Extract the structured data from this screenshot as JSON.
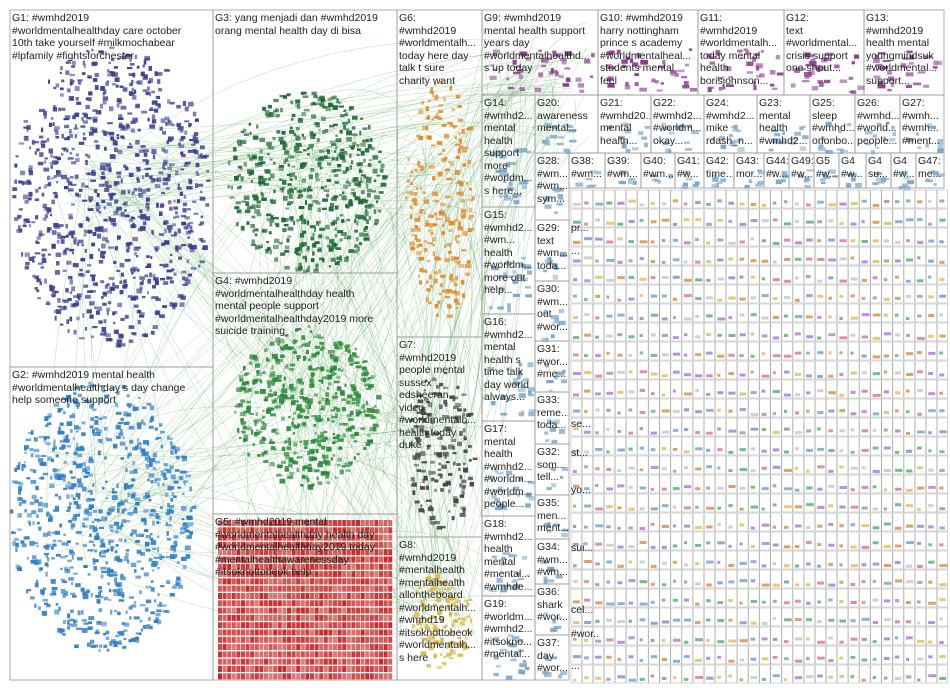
{
  "colors": {
    "border": "#9a9a9a",
    "edge": "#3d9b3d",
    "g1": "#3b3f8f",
    "g2": "#2f7fc6",
    "g3": "#1f6b34",
    "g4": "#2d8a3a",
    "g5": "#c62828",
    "g6": "#e08a2a",
    "g7": "#444444",
    "g8": "#d8b84a",
    "g9": "#8b3a8f",
    "small": "#7aa6c8"
  },
  "groups": [
    {
      "id": "G1",
      "text": "G1: #wmhd2019\n#worldmentalhealthday care october\n10th take yourself #milkmochabear\n#lpfamily #fightsforchester"
    },
    {
      "id": "G2",
      "text": "G2: #wmhd2019 mental health\n#worldmentalhealthday s day change\nhelp someone support"
    },
    {
      "id": "G3",
      "text": "G3: yang menjadi dan #wmhd2019\norang mental health day di bisa"
    },
    {
      "id": "G4",
      "text": "G4: #wmhd2019\n#worldmentalhealthday health\nmental people support\n#worldmentalhealthday2019 more\nsuicide training"
    },
    {
      "id": "G5",
      "text": "G5: #wmhd2019 mental\n#worldmentalhealthday health day\n#worldmentalhealthday2019 today\n#mentalhealthawarenessday\n#itsoknottobeok help"
    },
    {
      "id": "G6",
      "text": "G6:\n#wmhd2019\n#worldmentalh...\ntoday here day\ntalk t sure\ncharity want"
    },
    {
      "id": "G7",
      "text": "G7:\n#wmhd2019\npeople mental\nsussex\nedsheeran\nvideo\n#worldmentalh...\nhealth today\nduke"
    },
    {
      "id": "G8",
      "text": "G8:\n#wmhd2019\n#mentalhealth\n#mentalhealth\nallontheboard\n#worldmentalh...\n#wmhd19\n#itsoknottobeok\n#worldmentalh...\ns here"
    },
    {
      "id": "G9",
      "text": "G9: #wmhd2019\nmental health support\nyears day\n#worldmentalhealthd...\ns up today"
    },
    {
      "id": "G10",
      "text": "G10: #wmhd2019\nharry nottingham\nprince s academy\n#worldmentalheal...\nstudents mental\nfeel"
    },
    {
      "id": "G11",
      "text": "G11:\n#wmhd2019\n#worldmentalh...\ntoday mental\nhealth\nborisjohnson..."
    },
    {
      "id": "G12",
      "text": "G12:\ntext\n#worldmental...\ncrisis support\none shout..."
    },
    {
      "id": "G13",
      "text": "G13:\n#wmhd2019\nhealth mental\nyoungmindsuk\n#worldmental...\nsupport..."
    },
    {
      "id": "G14",
      "text": "G14:\n#wmhd2...\nmental\nhealth\nsupport\nmore\n#worldm...\ns here..."
    },
    {
      "id": "G15",
      "text": "G15:\n#wmhd2...\n#wm...\nhealth\n#worldm...\nmore out\nhelp..."
    },
    {
      "id": "G16",
      "text": "G16:\n#wmhd2...\nmental\nhealth s\ntime talk\nday world\nalways..."
    },
    {
      "id": "G17",
      "text": "G17:\nmental\nhealth\n#wmhd2...\n#worldm...\n#worldm...\npeople..."
    },
    {
      "id": "G18",
      "text": "G18:\n#wmhd2...\nhealth\nmental\n#mental...\n#wmhde..."
    },
    {
      "id": "G19",
      "text": "G19:\n#worldm...\n#wmhd2...\n#itsokno...\n#mental..."
    },
    {
      "id": "G20",
      "text": "G20:\nawareness\nmental..."
    },
    {
      "id": "G21",
      "text": "G21:\n#wmhd20...\nmental\nhealth..."
    },
    {
      "id": "G22",
      "text": "G22:\n#wmhd2...\n#worldm...\nokay..."
    },
    {
      "id": "G23",
      "text": "G23:\nmental\nhealth\n#wmhd2..."
    },
    {
      "id": "G24",
      "text": "G24:\n#wmhd2...\nmike\nrdash_n..."
    },
    {
      "id": "G25",
      "text": "G25:\nsleep\n#wmhd...\norionbo..."
    },
    {
      "id": "G26",
      "text": "G26:\n#wmhd...\n#world...\npeople..."
    },
    {
      "id": "G27",
      "text": "G27:\n#wmh...\n#wmh...\n#ment..."
    },
    {
      "id": "G28",
      "text": "G28:\n#wm...\n#wm...\nsym..."
    },
    {
      "id": "G29",
      "text": "G29:\ntext\n#wm...\ntoda..."
    },
    {
      "id": "G30",
      "text": "G30:\n#wm...\nout\n#wor..."
    },
    {
      "id": "G31",
      "text": "G31:\n#wor...\n#me..."
    },
    {
      "id": "G32",
      "text": "G32:\nsom...\ntell..."
    },
    {
      "id": "G33",
      "text": "G33:\nreme...\ntoda..."
    },
    {
      "id": "G34",
      "text": "G34:\n#wm...\n#wm..."
    },
    {
      "id": "G35",
      "text": "G35:\nmen...\nment..."
    },
    {
      "id": "G36",
      "text": "G36:\nshark\n#wor..."
    },
    {
      "id": "G37",
      "text": "G37:\nday\n#wor..."
    },
    {
      "id": "G38",
      "text": "G38:\n#wm..."
    },
    {
      "id": "G39",
      "text": "G39:\n#wm..."
    },
    {
      "id": "G40",
      "text": "G40:\n#wm..."
    },
    {
      "id": "G41",
      "text": "G41:\n#w..."
    },
    {
      "id": "G42",
      "text": "G42:\ntime..."
    },
    {
      "id": "G43",
      "text": "G43:\nmor..."
    },
    {
      "id": "G44",
      "text": "G44:\n#w..."
    },
    {
      "id": "G49",
      "text": "G49:\n#w..."
    },
    {
      "id": "G5x",
      "text": "G5\n#w..."
    },
    {
      "id": "G4a",
      "text": "G4\n#w..."
    },
    {
      "id": "G4b",
      "text": "G4\nsu..."
    },
    {
      "id": "G47",
      "text": "G47:\nme..."
    },
    {
      "id": "G4c",
      "text": "G4\n#w..."
    }
  ],
  "small_tokens": {
    "t1": "pr...",
    "t2": "...",
    "t3": "se...",
    "t4": "st...",
    "t5": "yo...",
    "t6": "sui...",
    "t7": "cel...",
    "t8": "#wor...",
    "t9": "..."
  }
}
